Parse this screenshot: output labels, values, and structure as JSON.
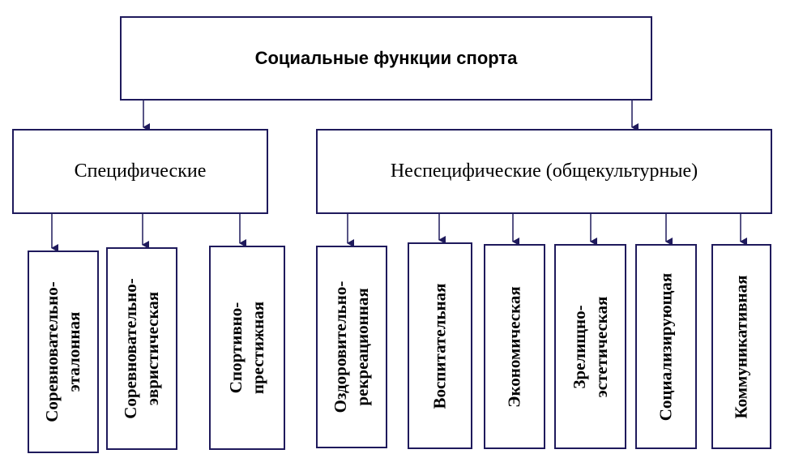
{
  "title": "Социальные функции спорта",
  "categories": {
    "specific": "Специфические",
    "nonspecific": "Неспецифические (общекультурные)"
  },
  "functions": [
    "Соревновательно-\nэталонная",
    "Соревновательно-\nэвристическая",
    "Спортивно-\nпрестижная",
    "Оздоровительно-\nрекреационная",
    "Воспитательная",
    "Экономическая",
    "Зрелищно-\nэстетическая",
    "Социализирующая",
    "Коммуникативная"
  ],
  "colors": {
    "border": "#1f1a5c",
    "text": "#000000"
  }
}
